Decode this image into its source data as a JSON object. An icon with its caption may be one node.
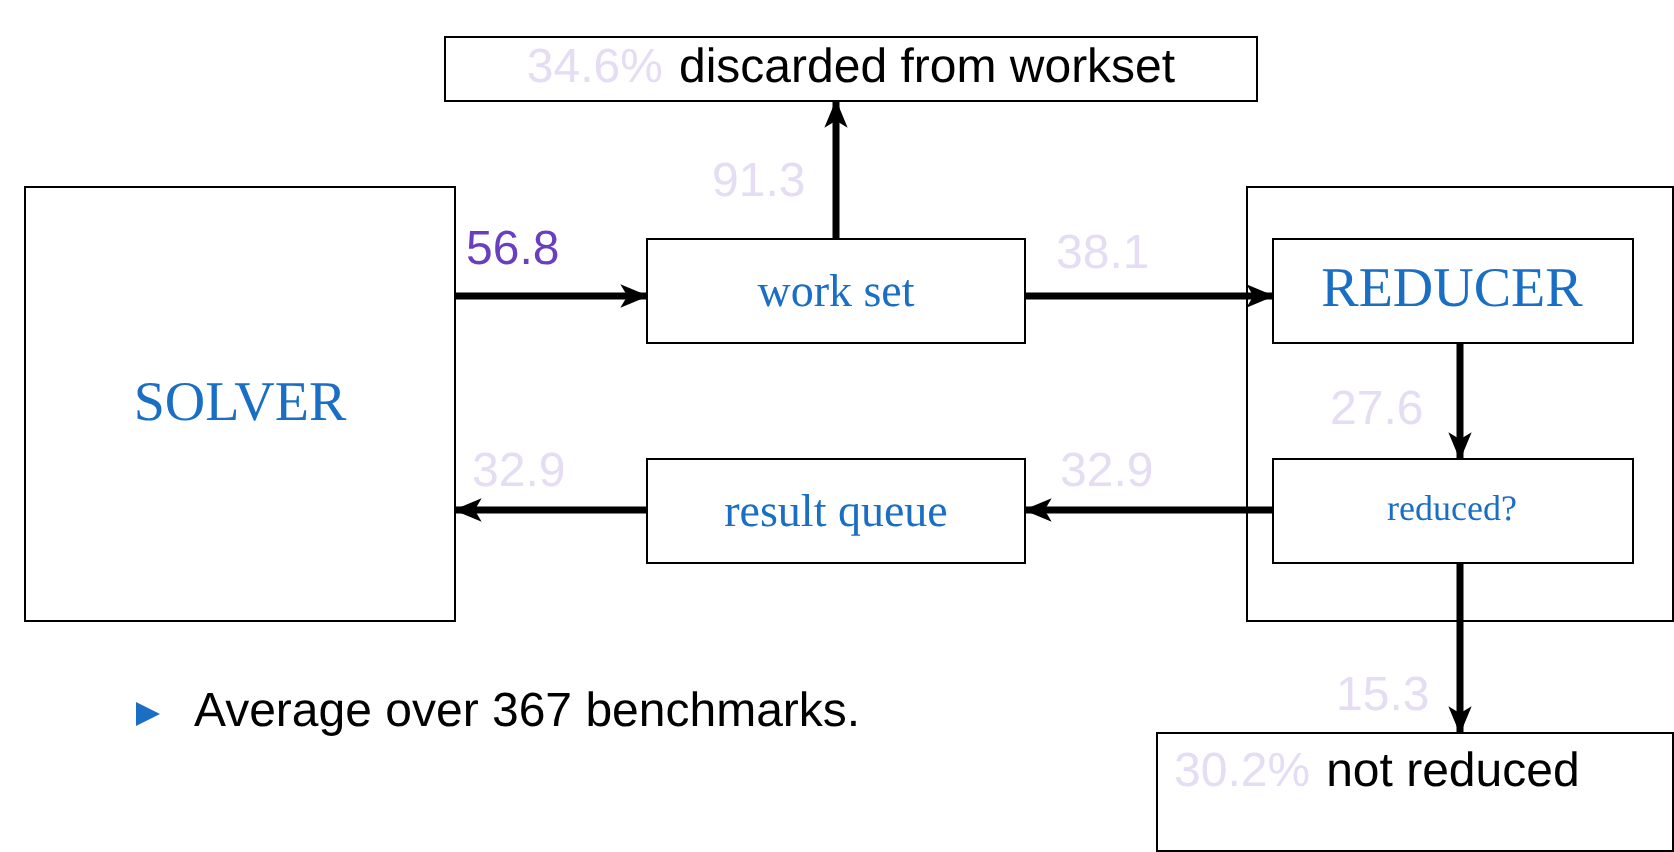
{
  "diagram": {
    "nodes": [
      {
        "text": [
          "SOLVER"
        ]
      },
      {
        "text": [
          "34.6%",
          "discarded from workset"
        ]
      },
      {
        "text": [
          "work set"
        ]
      },
      {
        "text": [],
        "shape": "box"
      },
      {
        "text": [
          "REDUCER"
        ],
        "in": 3
      },
      {
        "text": [
          "reduced?"
        ],
        "in": 3
      },
      {
        "text": [
          "result queue"
        ]
      },
      {
        "text": [
          "30.2%",
          "not reduced"
        ]
      }
    ],
    "edges": [
      {
        "from": 0,
        "to": 2,
        "arrow": "to",
        "label": "56.8"
      },
      {
        "from": 2,
        "to": 1,
        "arrow": "to",
        "label": "91.3"
      },
      {
        "from": 2,
        "to": 4,
        "arrow": "to",
        "label": "38.1"
      },
      {
        "from": 4,
        "to": 5,
        "arrow": "to",
        "label": "27.6"
      },
      {
        "from": 5,
        "to": 6,
        "arrow": "to",
        "label": "32.9"
      },
      {
        "from": 6,
        "to": 0,
        "arrow": "to",
        "label": "32.9"
      },
      {
        "from": 5,
        "to": 7,
        "arrow": "to",
        "label": "15.3"
      }
    ],
    "labels": [
      "Average over 367 benchmarks."
    ]
  }
}
